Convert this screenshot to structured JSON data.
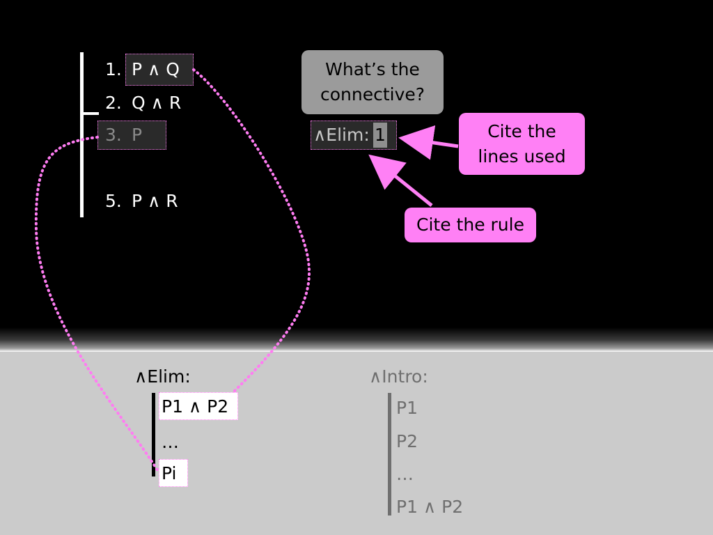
{
  "proof": {
    "lines": [
      {
        "num": "1.",
        "formula": "P ∧ Q"
      },
      {
        "num": "2.",
        "formula": "Q ∧ R"
      },
      {
        "num": "3.",
        "formula": "P"
      },
      {
        "num": "5.",
        "formula": "P ∧ R"
      }
    ]
  },
  "bubbles": {
    "connective": "What’s the connective?",
    "cite_lines": "Cite the lines used",
    "cite_rule": "Cite the rule"
  },
  "justification": {
    "rule": "∧Elim:",
    "line_ref": "1"
  },
  "rules": {
    "elim": {
      "title": "∧Elim:",
      "premise": "P1 ∧ P2",
      "dots": "…",
      "conclusion": "Pi"
    },
    "intro": {
      "title": "∧Intro:",
      "lines": [
        "P1",
        "P2",
        "…",
        "P1 ∧ P2"
      ]
    }
  },
  "colors": {
    "highlight": "#ff80f5",
    "dotted": "#ff7cf2",
    "faded_text": "#6f6f6f"
  }
}
